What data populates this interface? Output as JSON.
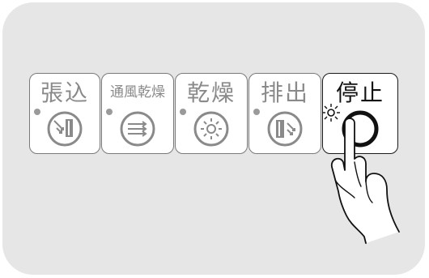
{
  "panel": {
    "buttons": [
      {
        "label": "張込",
        "icon": "stretch-icon",
        "state": "disabled"
      },
      {
        "label": "通風乾燥",
        "icon": "ventilation-dry-icon",
        "state": "disabled"
      },
      {
        "label": "乾燥",
        "icon": "sun-dry-icon",
        "state": "disabled"
      },
      {
        "label": "排出",
        "icon": "discharge-icon",
        "state": "disabled"
      },
      {
        "label": "停止",
        "icon": "stop-icon",
        "state": "active"
      }
    ],
    "indicator_color_off": "#9a9a9a",
    "label_color_disabled": "#8a8a8a",
    "label_color_active": "#111111"
  },
  "illustration": {
    "hand": "pointing-hand-icon"
  }
}
